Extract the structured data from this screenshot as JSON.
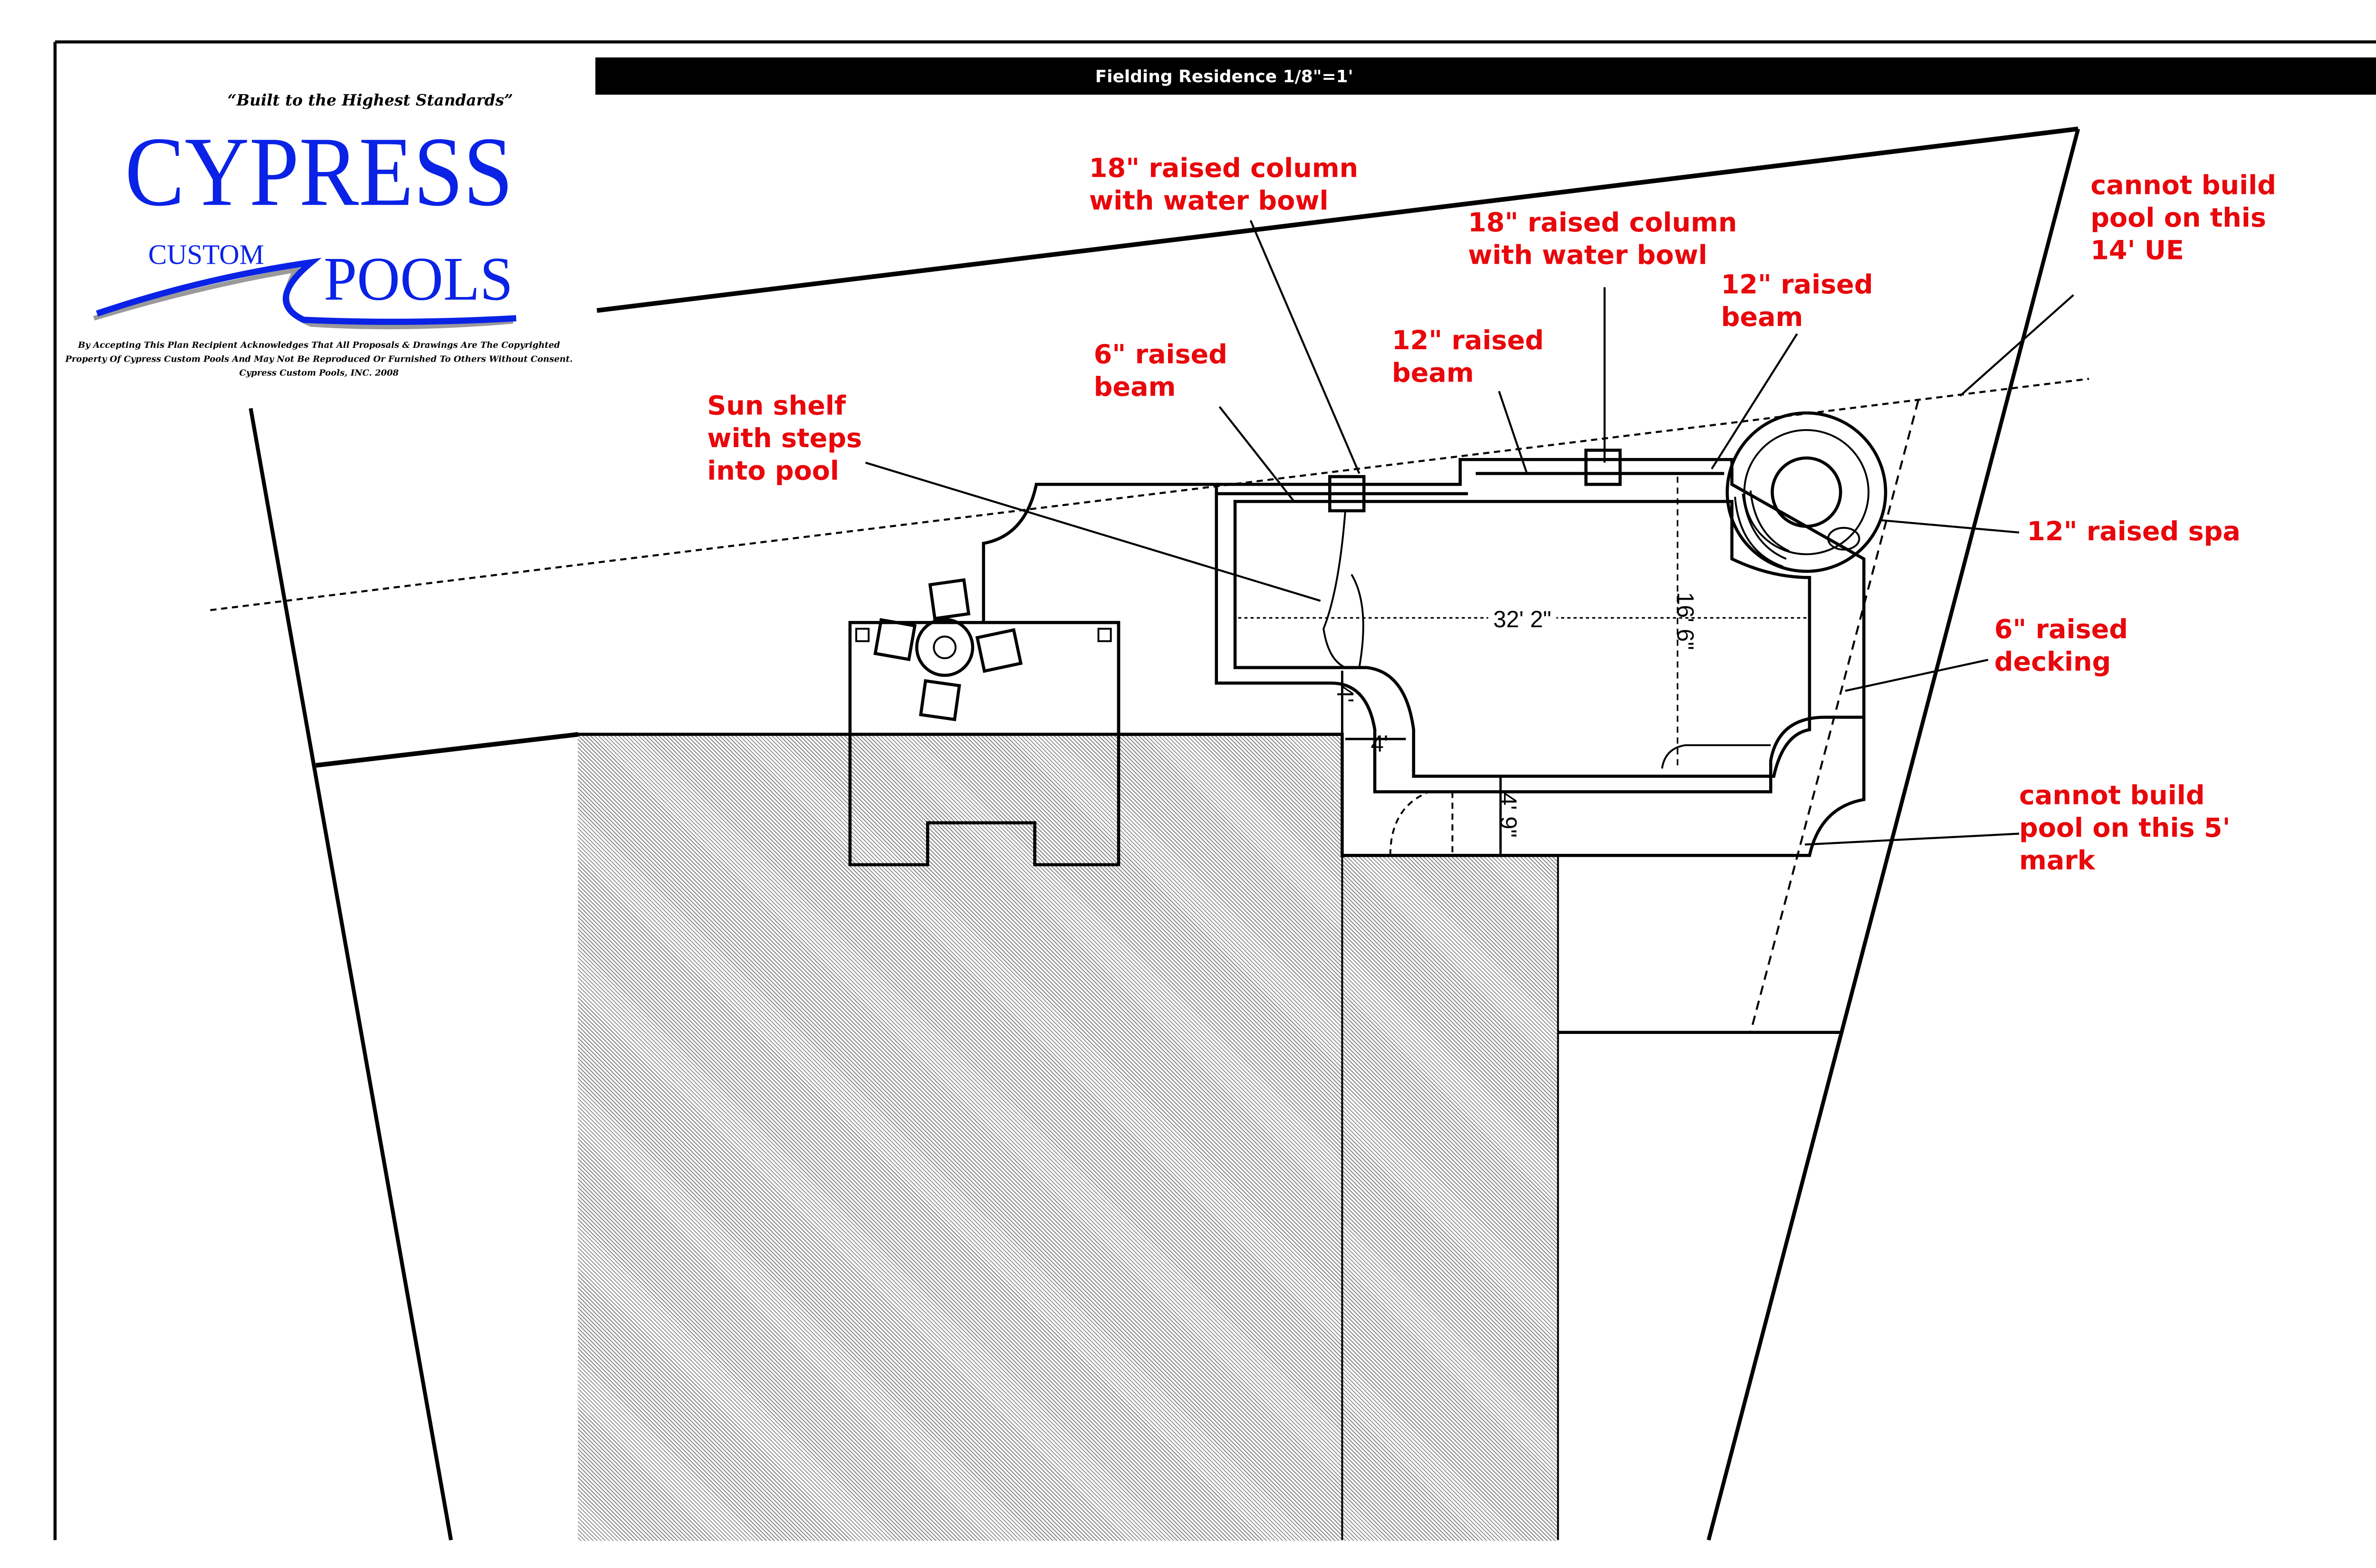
{
  "header": {
    "title": "Fielding Residence 1/8\"=1'"
  },
  "logo": {
    "tagline": "“Built to the Highest Standards”",
    "word1": "CYPRESS",
    "word2": "CUSTOM",
    "word3": "POOLS",
    "disclaimer": [
      "By Accepting This Plan Recipient Acknowledges That All Proposals & Drawings Are The Copyrighted",
      "Property Of Cypress Custom Pools And May Not Be Reproduced Or Furnished To Others Without Consent.",
      "Cypress Custom Pools, INC.  2008"
    ],
    "colors": {
      "blue": "#0a22e6",
      "gray": "#9a9a9a"
    }
  },
  "annotations": {
    "column_left": [
      "18\" raised column",
      "with water bowl"
    ],
    "column_right": [
      "18\" raised column",
      "with water bowl"
    ],
    "beam_12_right": [
      "12\" raised",
      "beam"
    ],
    "beam_12_mid": [
      "12\" raised",
      "beam"
    ],
    "beam_6": [
      "6\" raised",
      "beam"
    ],
    "sun_shelf": [
      "Sun shelf",
      "with steps",
      "into pool"
    ],
    "ue_14": [
      "cannot build",
      "pool on this",
      "14' UE"
    ],
    "spa": [
      "12\" raised spa"
    ],
    "decking": [
      "6\" raised",
      "decking"
    ],
    "mark_5": [
      "cannot build",
      "pool on this 5'",
      "mark"
    ],
    "color": "#e8070b"
  },
  "dimensions": {
    "length": "32' 2\"",
    "width": "16' 6\"",
    "shelf_depth": "4'",
    "shelf_width": "4'",
    "deck_depth": "4' 9\""
  }
}
